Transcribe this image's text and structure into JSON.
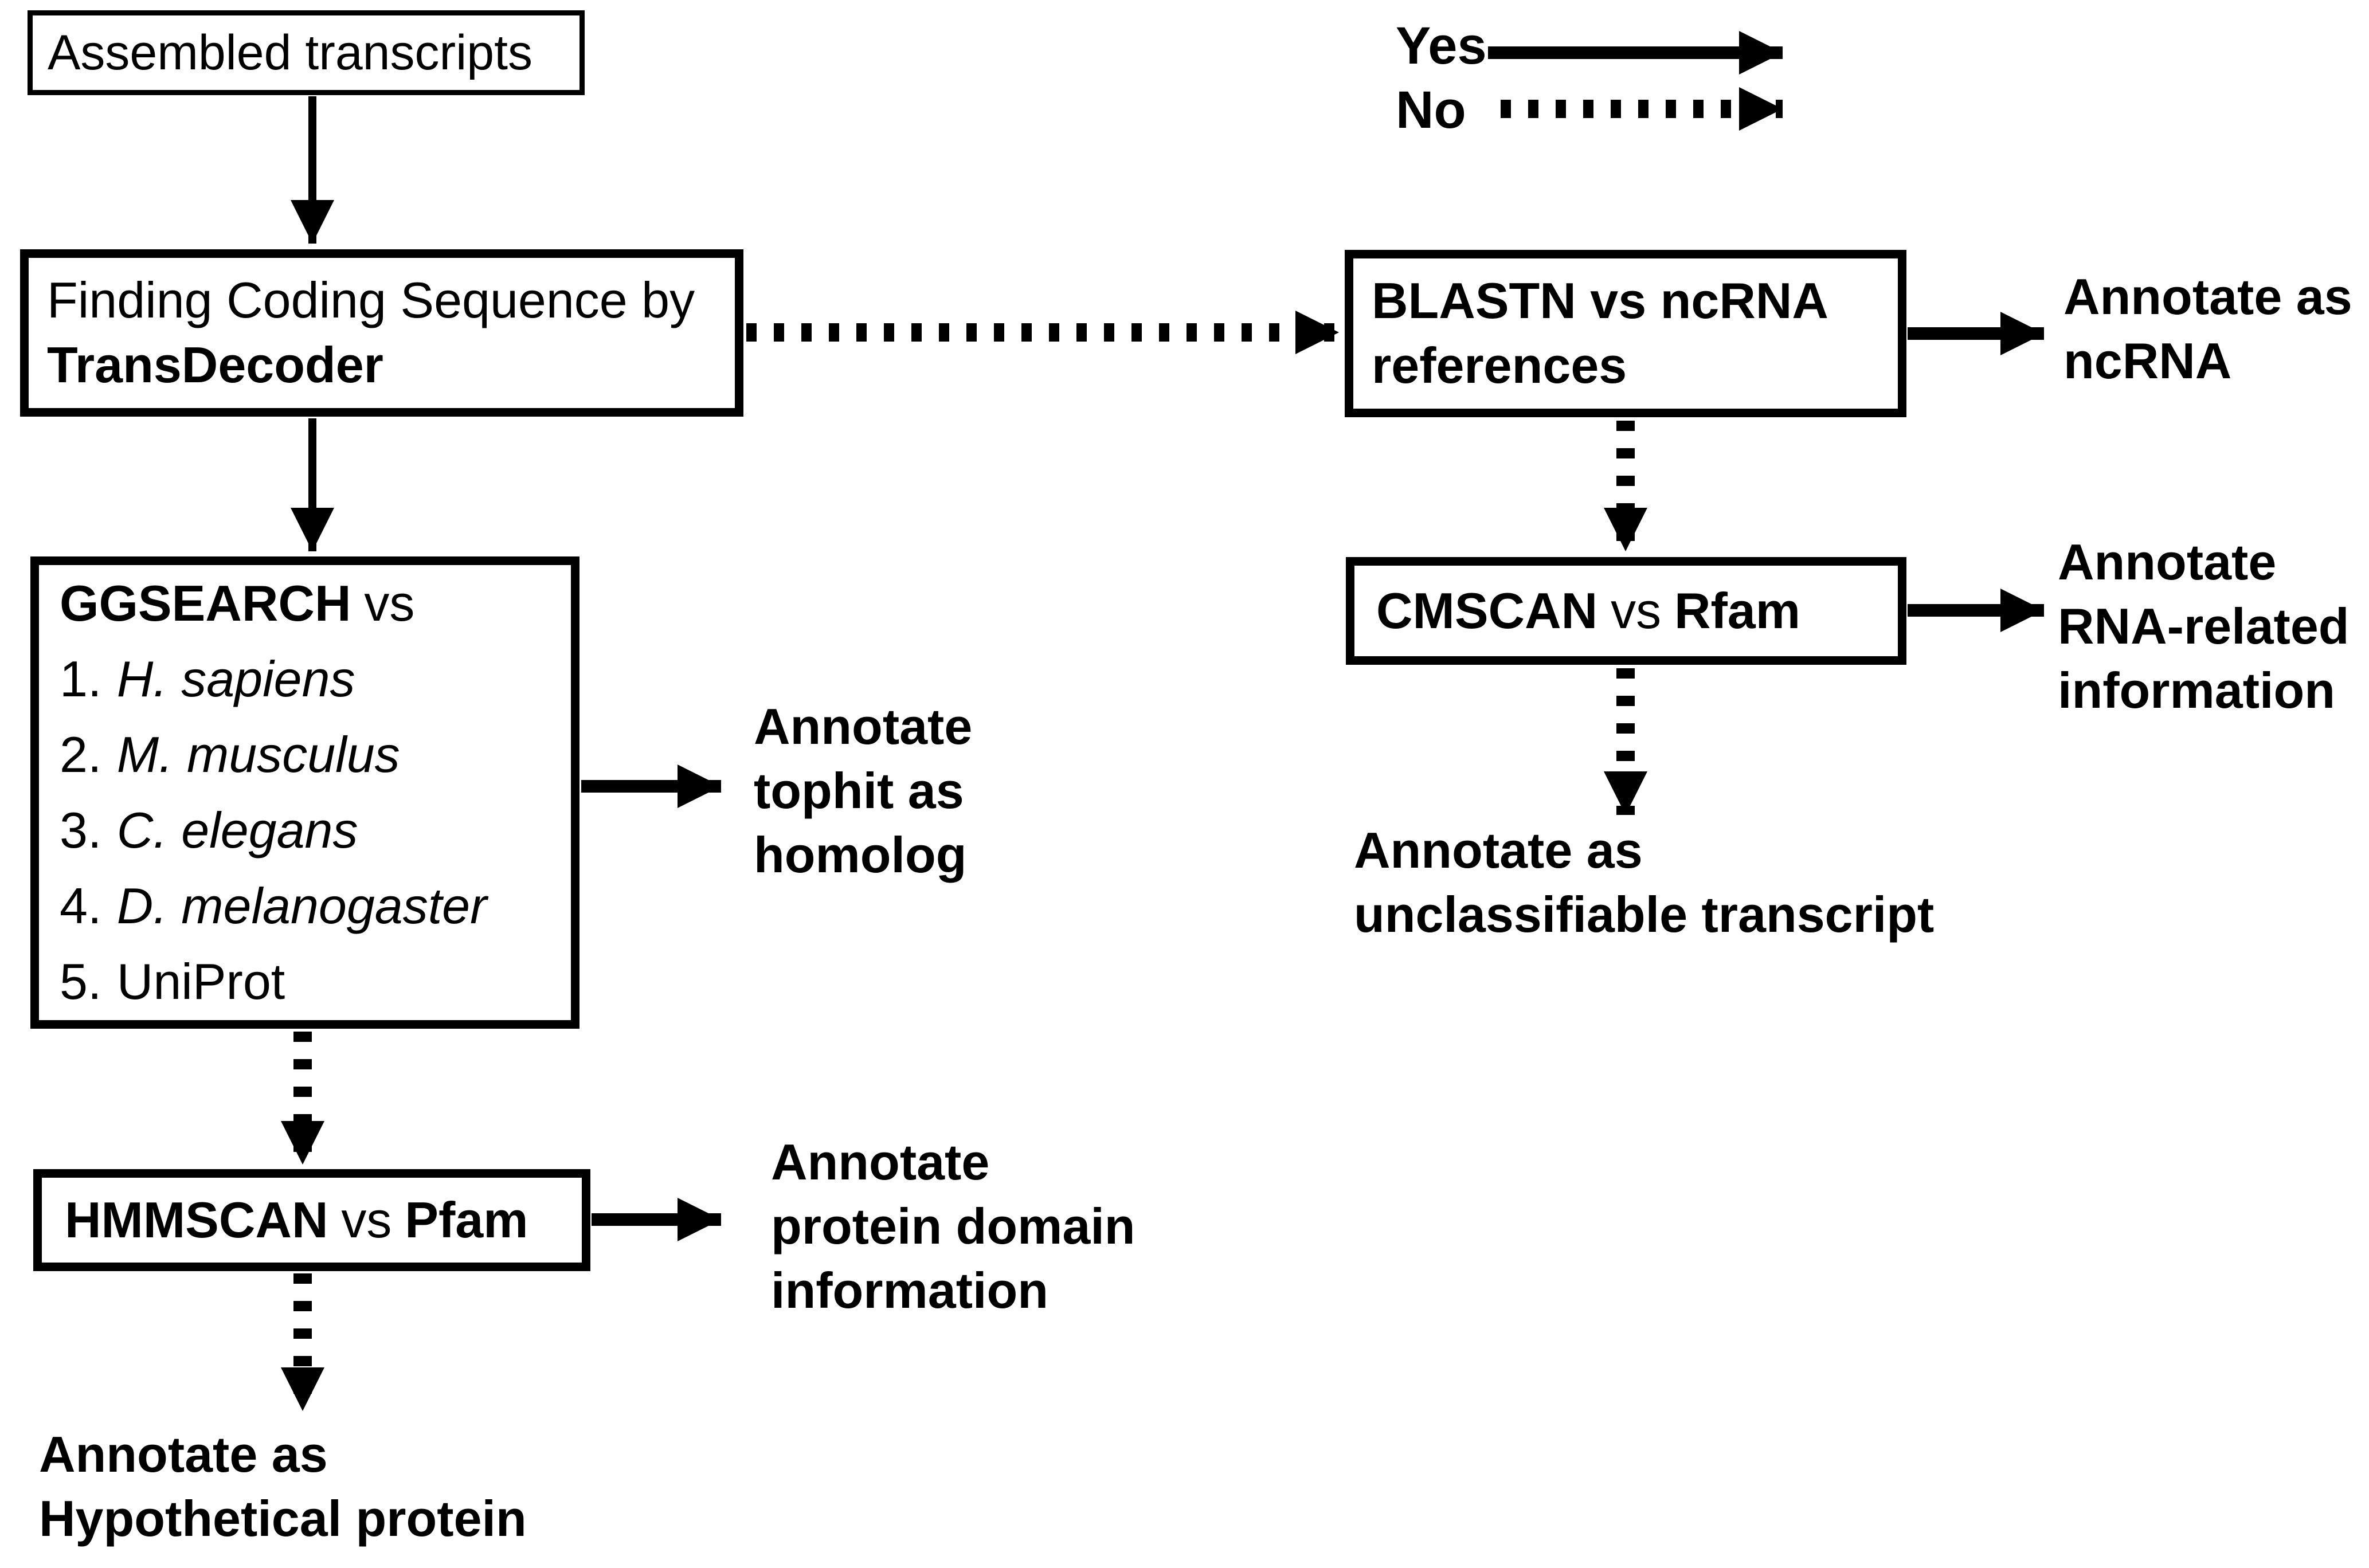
{
  "legend": {
    "yes": "Yes",
    "no": "No"
  },
  "nodes": {
    "assembled": {
      "label": "Assembled transcripts"
    },
    "transdecoder": {
      "line1": "Finding Coding Sequence by",
      "tool": "TransDecoder"
    },
    "blastn": {
      "line1": "BLASTN vs ncRNA",
      "line2": "references"
    },
    "cmscan": {
      "tool": "CMSCAN",
      "vs": "vs",
      "db": "Rfam"
    },
    "ggsearch": {
      "tool": "GGSEARCH",
      "vs": "vs",
      "items": [
        {
          "num": "1.",
          "name": "H. sapiens"
        },
        {
          "num": "2.",
          "name": "M. musculus"
        },
        {
          "num": "3.",
          "name": "C. elegans"
        },
        {
          "num": "4.",
          "name": "D. melanogaster"
        },
        {
          "num": "5.",
          "name": "UniProt"
        }
      ]
    },
    "hmmscan": {
      "tool": "HMMSCAN",
      "vs": "vs",
      "db": "Pfam"
    }
  },
  "annotations": {
    "ncrna": [
      "Annotate as",
      "ncRNA"
    ],
    "rna_related": [
      "Annotate",
      "RNA-related",
      "information"
    ],
    "unclassifiable": [
      "Annotate as",
      "unclassifiable transcript"
    ],
    "tophit": [
      "Annotate",
      "tophit as",
      "homolog"
    ],
    "protein_domain": [
      "Annotate",
      "protein domain",
      "information"
    ],
    "hypothetical": [
      "Annotate as",
      "Hypothetical protein"
    ]
  }
}
